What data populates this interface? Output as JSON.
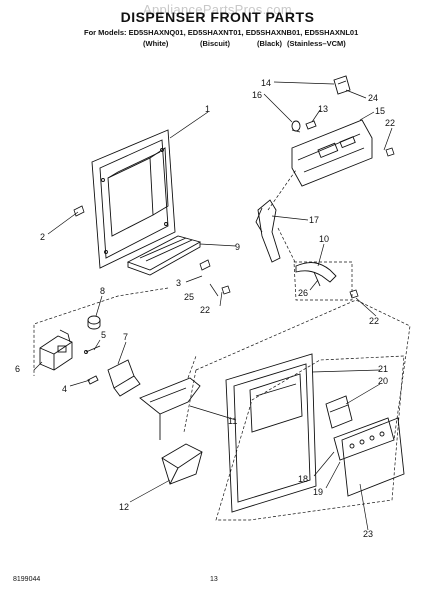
{
  "header": {
    "watermark": "AppliancePartsPros.com",
    "title": "DISPENSER FRONT PARTS",
    "models_line": "For Models: ED5SHAXNQ01, ED5SHAXNT01, ED5SHAXNB01, ED5SHAXNL01",
    "variants": [
      "(White)",
      "(Biscuit)",
      "(Black)",
      "(Stainless–VCM)"
    ]
  },
  "callouts": [
    "1",
    "2",
    "3",
    "4",
    "5",
    "6",
    "7",
    "8",
    "9",
    "10",
    "11",
    "12",
    "13",
    "14",
    "15",
    "16",
    "17",
    "18",
    "19",
    "20",
    "21",
    "22",
    "22",
    "22",
    "23",
    "24",
    "25",
    "26"
  ],
  "footer": {
    "doc_number": "8199044",
    "page_number": "13"
  }
}
